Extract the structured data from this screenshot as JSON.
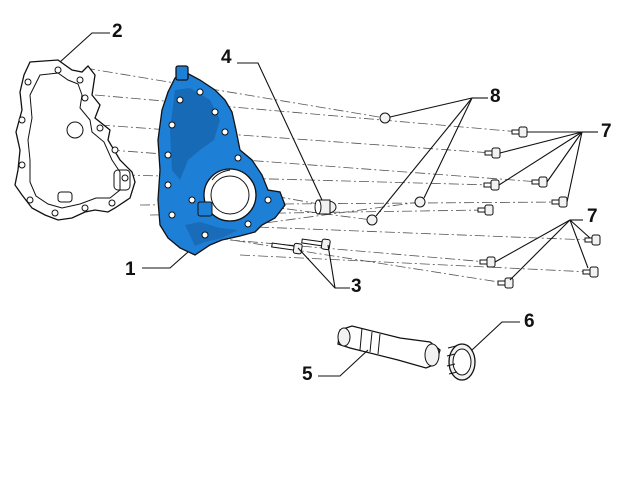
{
  "diagram": {
    "callouts": {
      "c1": "1",
      "c2": "2",
      "c3": "3",
      "c4": "4",
      "c5": "5",
      "c6": "6",
      "c7a": "7",
      "c7b": "7",
      "c8": "8"
    },
    "colors": {
      "cover_fill": "#1e7fd6",
      "cover_shade": "#135a9c",
      "line": "#111111",
      "background": "#ffffff"
    }
  }
}
